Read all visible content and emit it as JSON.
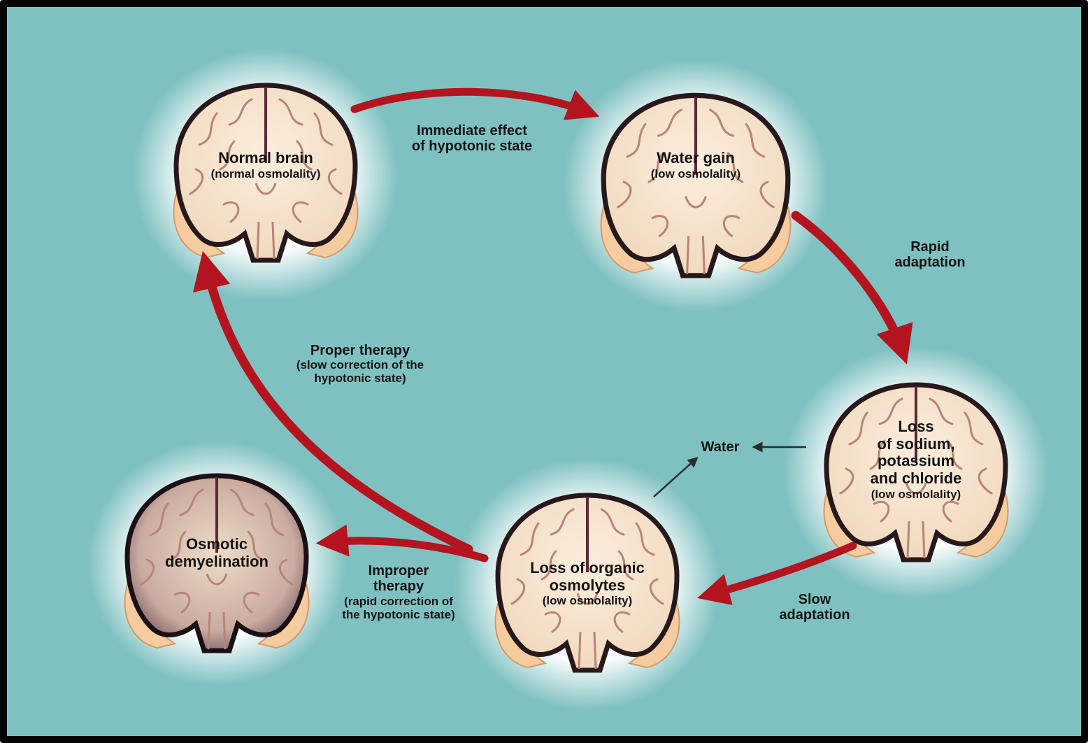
{
  "colors": {
    "background": "#7fc1c1",
    "arrow": "#b3141f",
    "brain_tissue": "#f3e0ca",
    "brain_outline": "#27181c",
    "glow": "#ffffff"
  },
  "brains": [
    {
      "id": "normal",
      "title": "Normal brain",
      "subtitle": "(normal osmolality)"
    },
    {
      "id": "water-gain",
      "title": "Water gain",
      "subtitle": "(low osmolality)"
    },
    {
      "id": "ion-loss",
      "title_lines": [
        "Loss",
        "of sodium,",
        "potassium",
        "and chloride"
      ],
      "subtitle": "(low osmolality)"
    },
    {
      "id": "osmolyte-loss",
      "title_lines": [
        "Loss of organic",
        "osmolytes"
      ],
      "subtitle": "(low osmolality)"
    },
    {
      "id": "demyelination",
      "title_lines": [
        "Osmotic",
        "demyelination"
      ]
    }
  ],
  "transitions": {
    "immediate": [
      "Immediate effect",
      "of hypotonic state"
    ],
    "rapid": [
      "Rapid",
      "adaptation"
    ],
    "slow": [
      "Slow",
      "adaptation"
    ],
    "proper": {
      "title": "Proper therapy",
      "detail": [
        "(slow correction of the",
        "hypotonic state)"
      ]
    },
    "improper": {
      "title_lines": [
        "Improper",
        "therapy"
      ],
      "detail": [
        "(rapid correction of",
        "the hypotonic state)"
      ]
    }
  },
  "water_label": "Water"
}
